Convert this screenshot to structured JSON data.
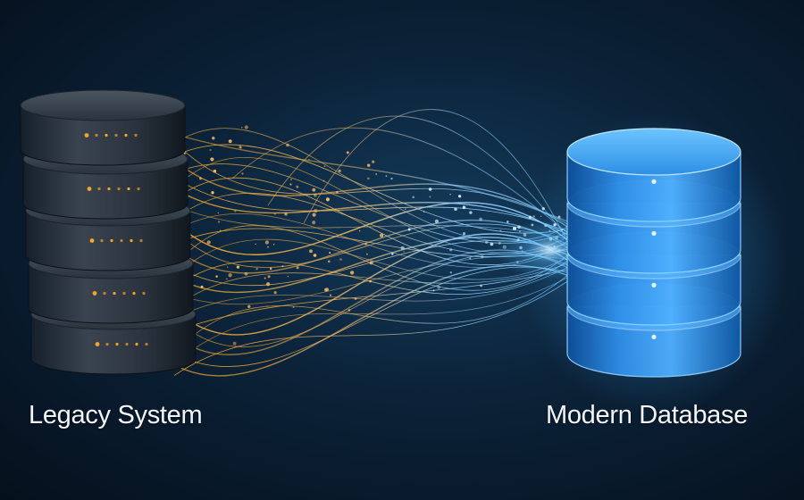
{
  "diagram": {
    "source": {
      "label": "Legacy System",
      "tiers": 5,
      "led_color": "#f5a623"
    },
    "target": {
      "label": "Modern Database",
      "tiers": 4,
      "glow_color": "#3fa9ff"
    },
    "connector": {
      "description_shown": false,
      "start_color": "#f5a623",
      "end_color": "#7fd0ff"
    }
  }
}
